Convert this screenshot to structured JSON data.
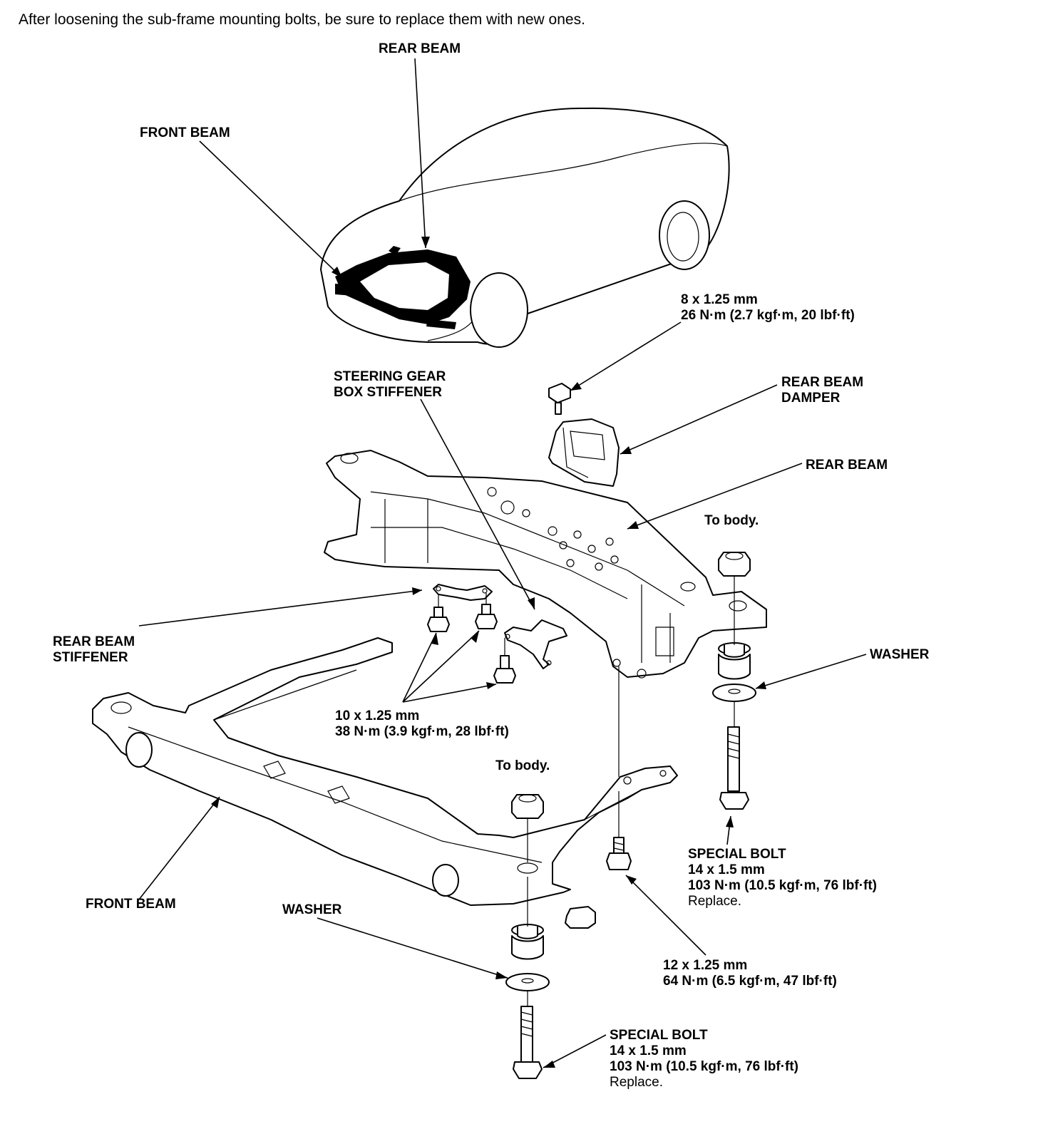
{
  "intro": "After loosening the sub-frame mounting bolts, be sure to replace them with new ones.",
  "labels": {
    "rear_beam_top": "REAR BEAM",
    "front_beam_top": "FRONT BEAM",
    "bolt_8": [
      "8 x 1.25 mm",
      "26 N·m (2.7 kgf·m, 20 lbf·ft)"
    ],
    "steering_stiffener": [
      "STEERING GEAR",
      "BOX STIFFENER"
    ],
    "rear_beam_damper": [
      "REAR BEAM",
      "DAMPER"
    ],
    "rear_beam": "REAR BEAM",
    "to_body_right": "To body.",
    "rear_beam_stiffener": [
      "REAR BEAM",
      "STIFFENER"
    ],
    "washer_right": "WASHER",
    "bolt_10": [
      "10 x 1.25 mm",
      "38 N·m (3.9 kgf·m, 28 lbf·ft)"
    ],
    "to_body_center": "To body.",
    "special_bolt_right": [
      "SPECIAL BOLT",
      "14 x 1.5 mm",
      "103 N·m (10.5 kgf·m, 76 lbf·ft)",
      "Replace."
    ],
    "front_beam": "FRONT BEAM",
    "washer_left": "WASHER",
    "bolt_12": [
      "12 x 1.25 mm",
      "64 N·m (6.5 kgf·m, 47 lbf·ft)"
    ],
    "special_bolt_bottom": [
      "SPECIAL BOLT",
      "14 x 1.5 mm",
      "103 N·m (10.5 kgf·m, 76 lbf·ft)",
      "Replace."
    ]
  }
}
